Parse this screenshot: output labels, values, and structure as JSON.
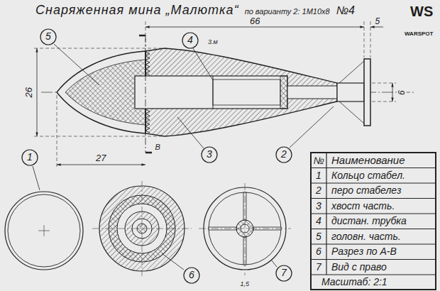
{
  "diagram": {
    "title": "Снаряженная мина „Малютка“",
    "nodes": [
      {
        "text": [
          "5"
        ]
      },
      {
        "text": [
          "4"
        ]
      },
      {
        "text": [
          "1"
        ]
      },
      {
        "text": [
          "3"
        ]
      },
      {
        "text": [
          "2"
        ]
      },
      {
        "text": [
          "6"
        ]
      },
      {
        "text": [
          "7"
        ]
      }
    ],
    "labels": [
      "по варианту 2: 1М10х8",
      "№4",
      "WS",
      "WARSPOT",
      "66",
      "5",
      "26",
      "6",
      "3.м",
      "27",
      "В",
      "1,5",
      "№",
      "Наименование",
      "1",
      "Кольцо стабел.",
      "2",
      "перо стабелез",
      "3",
      "хвост часть.",
      "4",
      "дистан. трубка",
      "5",
      "головн. часть.",
      "6",
      "Разрез по А-В",
      "7",
      "Вид с право",
      "Масштаб: 2:1"
    ]
  }
}
